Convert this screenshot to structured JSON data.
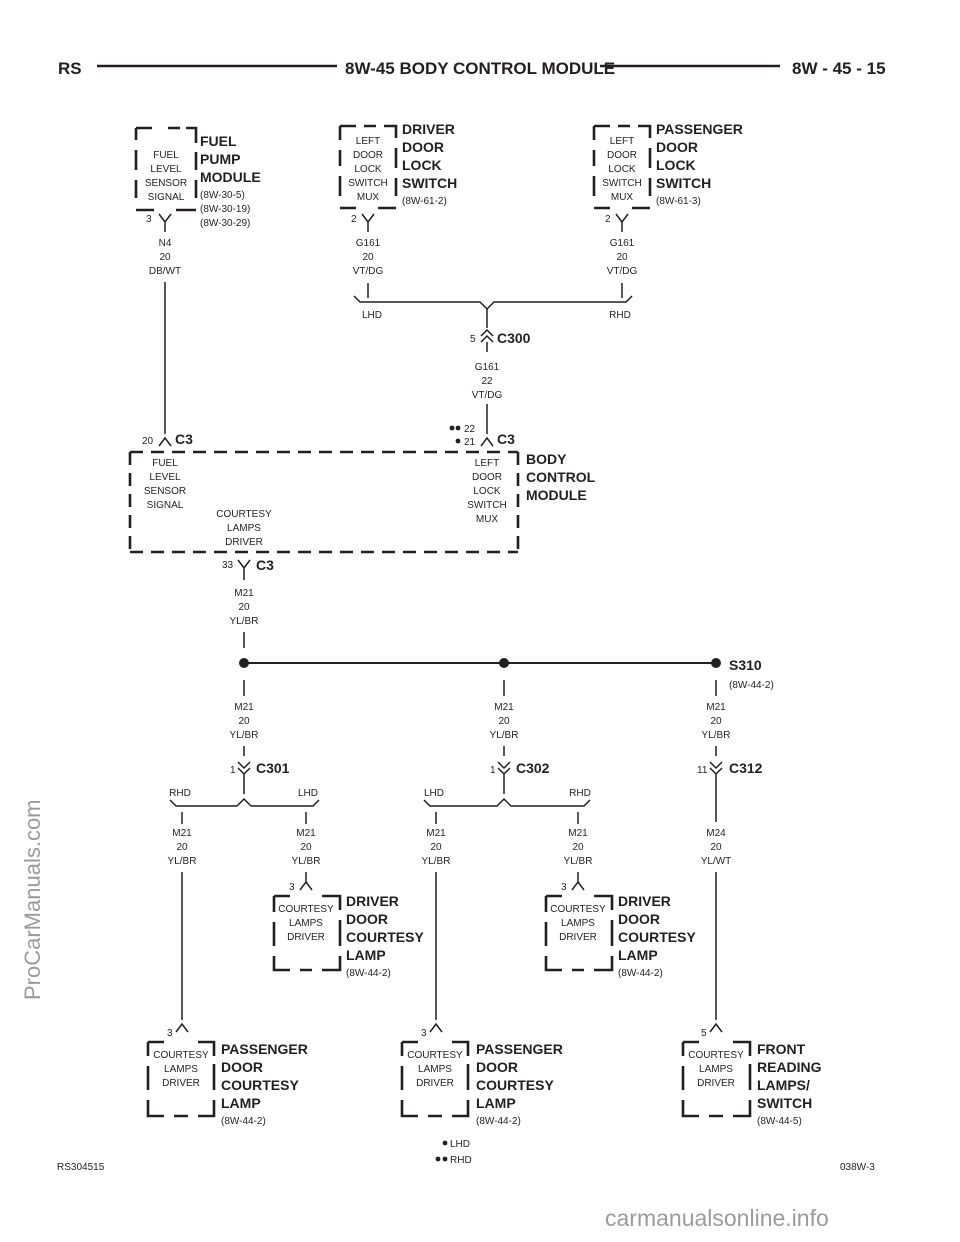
{
  "header": {
    "left": "RS",
    "title": "8W-45 BODY CONTROL MODULE",
    "right": "8W - 45 - 15"
  },
  "footer": {
    "left": "RS304515",
    "right": "038W-3",
    "legend_single": "LHD",
    "legend_double": "RHD"
  },
  "watermarks": {
    "left": "ProCarManuals.com",
    "bottom": "carmanualsonline.info"
  },
  "top_components": {
    "fuel_pump": {
      "title": [
        "FUEL",
        "PUMP",
        "MODULE"
      ],
      "refs": [
        "(8W-30-5)",
        "(8W-30-19)",
        "(8W-30-29)"
      ],
      "pin_label": [
        "FUEL",
        "LEVEL",
        "SENSOR",
        "SIGNAL"
      ],
      "pin": "3",
      "wire": [
        "N4",
        "20",
        "DB/WT"
      ]
    },
    "driver_lock": {
      "title": [
        "DRIVER",
        "DOOR",
        "LOCK",
        "SWITCH"
      ],
      "ref": "(8W-61-2)",
      "pin_label": [
        "LEFT",
        "DOOR",
        "LOCK",
        "SWITCH",
        "MUX"
      ],
      "pin": "2",
      "wire": [
        "G161",
        "20",
        "VT/DG"
      ],
      "splice_label": "LHD"
    },
    "passenger_lock": {
      "title": [
        "PASSENGER",
        "DOOR",
        "LOCK",
        "SWITCH"
      ],
      "ref": "(8W-61-3)",
      "pin_label": [
        "LEFT",
        "DOOR",
        "LOCK",
        "SWITCH",
        "MUX"
      ],
      "pin": "2",
      "wire": [
        "G161",
        "20",
        "VT/DG"
      ],
      "splice_label": "RHD"
    }
  },
  "c300": {
    "pin": "5",
    "name": "C300",
    "wire": [
      "G161",
      "22",
      "VT/DG"
    ]
  },
  "bcm": {
    "title": [
      "BODY",
      "CONTROL",
      "MODULE"
    ],
    "left_pin": "20",
    "left_conn": "C3",
    "left_label": [
      "FUEL",
      "LEVEL",
      "SENSOR",
      "SIGNAL"
    ],
    "right_pins": [
      "22",
      "21"
    ],
    "right_conn": "C3",
    "right_label": [
      "LEFT",
      "DOOR",
      "LOCK",
      "SWITCH",
      "MUX"
    ],
    "bottom_label": [
      "COURTESY",
      "LAMPS",
      "DRIVER"
    ],
    "bottom_pin": "33",
    "bottom_conn": "C3",
    "bottom_wire": [
      "M21",
      "20",
      "YL/BR"
    ]
  },
  "splice": {
    "name": "S310",
    "ref": "(8W-44-2)"
  },
  "branches": [
    {
      "wire": [
        "M21",
        "20",
        "YL/BR"
      ],
      "pin": "1",
      "conn": "C301",
      "left": "RHD",
      "right": "LHD",
      "left_wire": [
        "M21",
        "20",
        "YL/BR"
      ],
      "right_wire": [
        "M21",
        "20",
        "YL/BR"
      ]
    },
    {
      "wire": [
        "M21",
        "20",
        "YL/BR"
      ],
      "pin": "1",
      "conn": "C302",
      "left": "LHD",
      "right": "RHD",
      "left_wire": [
        "M21",
        "20",
        "YL/BR"
      ],
      "right_wire": [
        "M21",
        "20",
        "YL/BR"
      ]
    },
    {
      "wire": [
        "M21",
        "20",
        "YL/BR"
      ],
      "pin": "11",
      "conn": "C312",
      "down_wire": [
        "M24",
        "20",
        "YL/WT"
      ]
    }
  ],
  "mid_lamps": [
    {
      "pin": "3",
      "label": [
        "COURTESY",
        "LAMPS",
        "DRIVER"
      ],
      "title": [
        "DRIVER",
        "DOOR",
        "COURTESY",
        "LAMP"
      ],
      "ref": "(8W-44-2)"
    },
    {
      "pin": "3",
      "label": [
        "COURTESY",
        "LAMPS",
        "DRIVER"
      ],
      "title": [
        "DRIVER",
        "DOOR",
        "COURTESY",
        "LAMP"
      ],
      "ref": "(8W-44-2)"
    }
  ],
  "bottom_lamps": [
    {
      "pin": "3",
      "label": [
        "COURTESY",
        "LAMPS",
        "DRIVER"
      ],
      "title": [
        "PASSENGER",
        "DOOR",
        "COURTESY",
        "LAMP"
      ],
      "ref": "(8W-44-2)"
    },
    {
      "pin": "3",
      "label": [
        "COURTESY",
        "LAMPS",
        "DRIVER"
      ],
      "title": [
        "PASSENGER",
        "DOOR",
        "COURTESY",
        "LAMP"
      ],
      "ref": "(8W-44-2)"
    },
    {
      "pin": "5",
      "label": [
        "COURTESY",
        "LAMPS",
        "DRIVER"
      ],
      "title": [
        "FRONT",
        "READING",
        "LAMPS/",
        "SWITCH"
      ],
      "ref": "(8W-44-5)"
    }
  ]
}
